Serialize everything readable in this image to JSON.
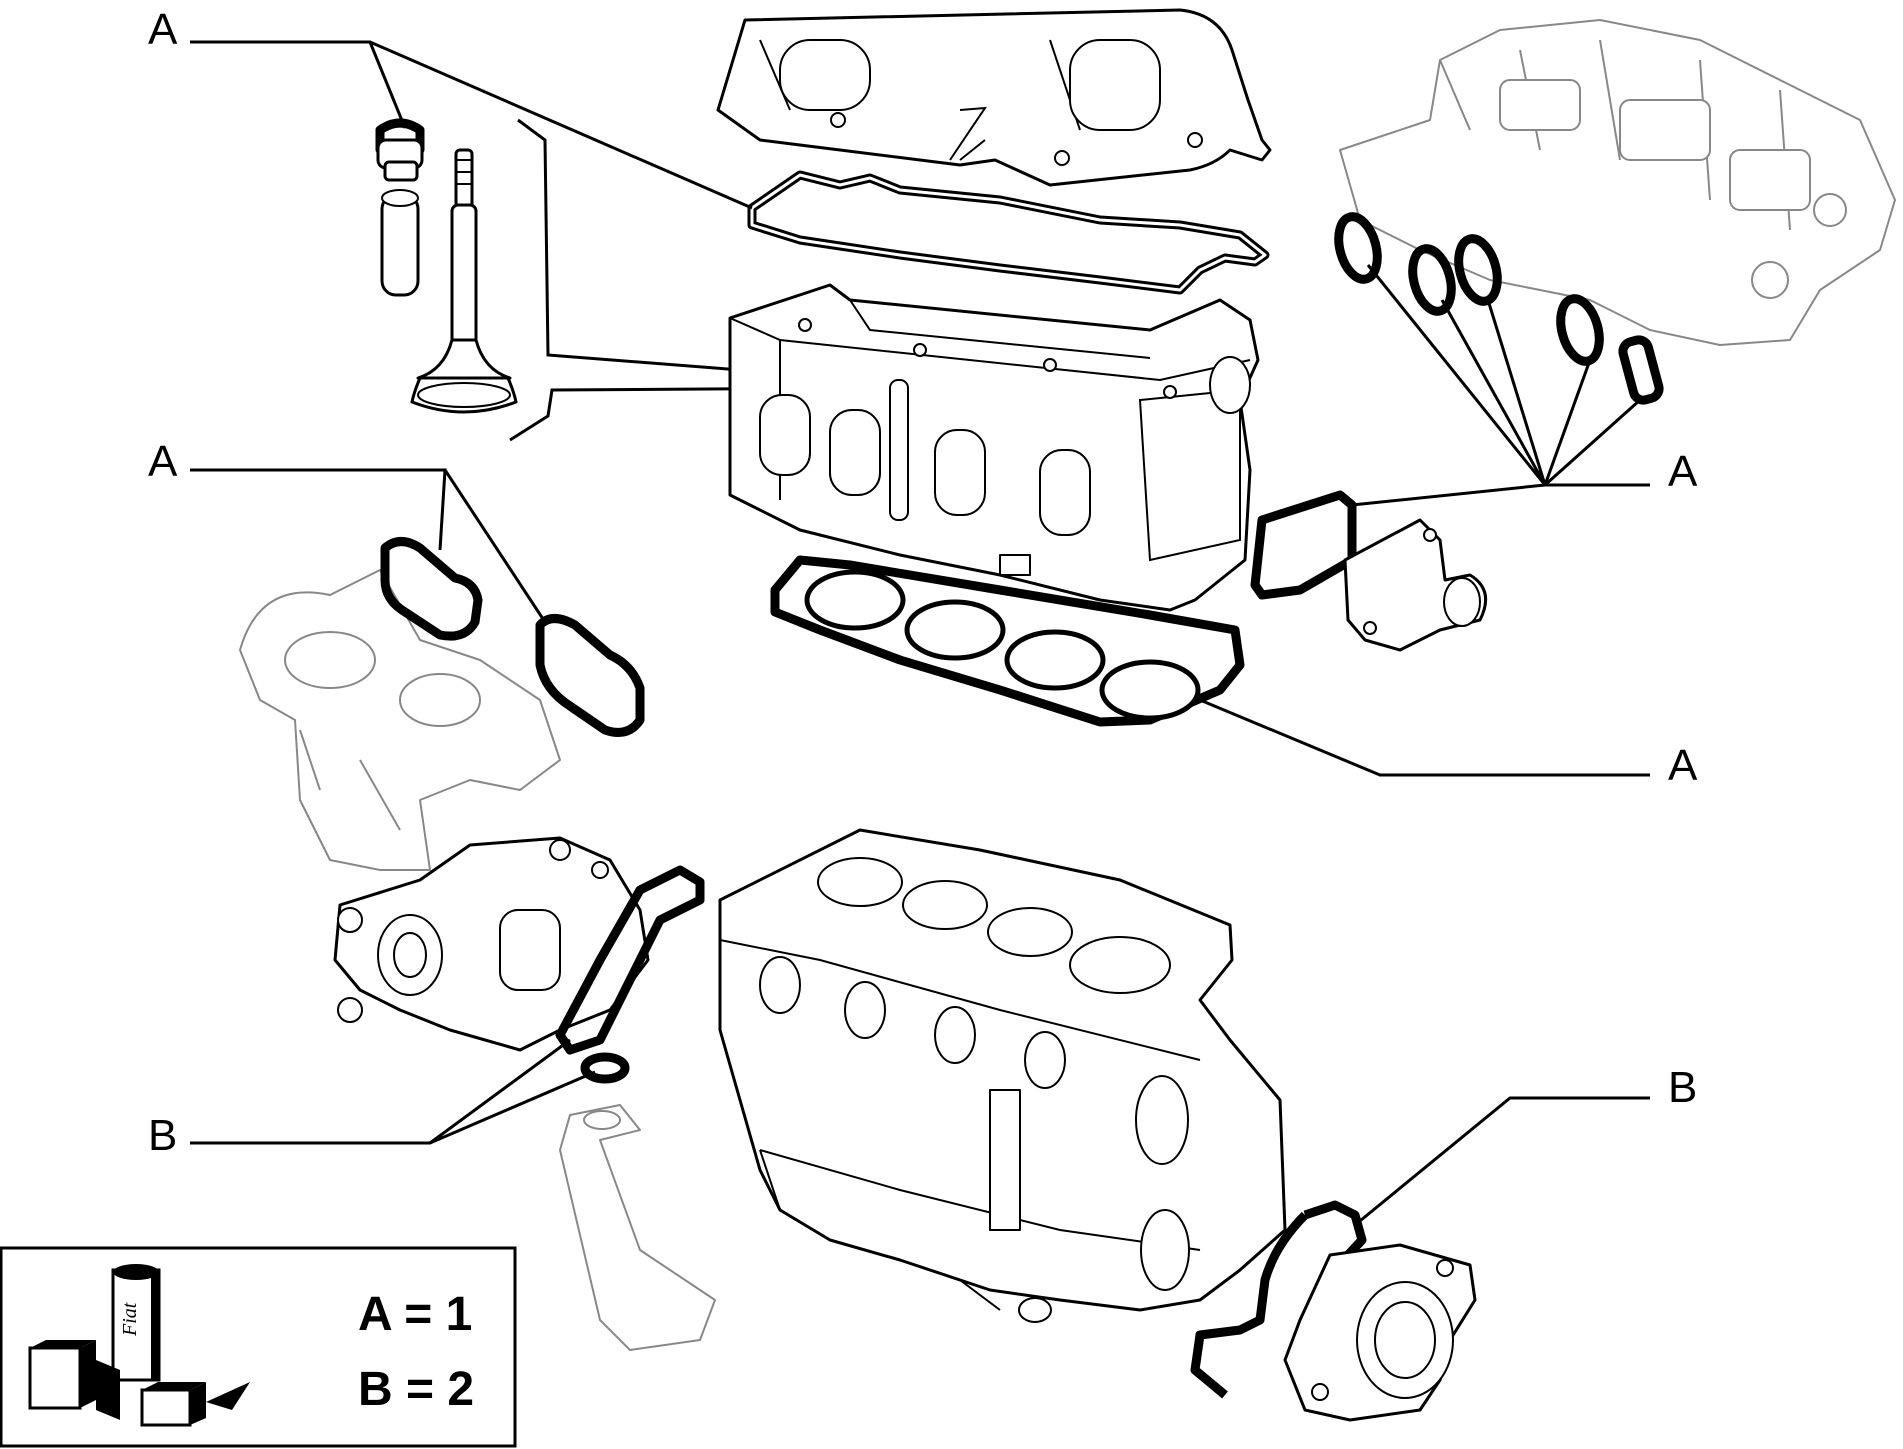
{
  "callouts": {
    "a1": "A",
    "a2": "A",
    "a3": "A",
    "a4": "A",
    "b1": "B",
    "b2": "B"
  },
  "legend": {
    "line_a": "A = 1",
    "line_b": "B = 2",
    "brand_label": "Fiat"
  }
}
